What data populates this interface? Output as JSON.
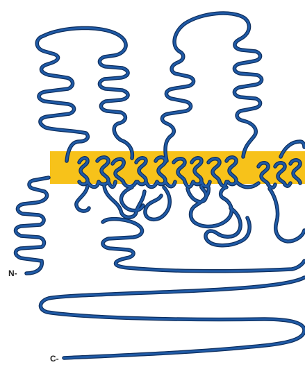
{
  "figure": {
    "n_terminus_label": "N-",
    "c_terminus_label": "C-"
  },
  "colors": {
    "membrane": "#f7c21a",
    "chain": "#1f5aa6",
    "chain_outline": "#0f2f5e",
    "label": "#222222",
    "background": "#ffffff"
  },
  "icons": {
    "membrane": "membrane-band",
    "chain": "polypeptide-chain"
  }
}
